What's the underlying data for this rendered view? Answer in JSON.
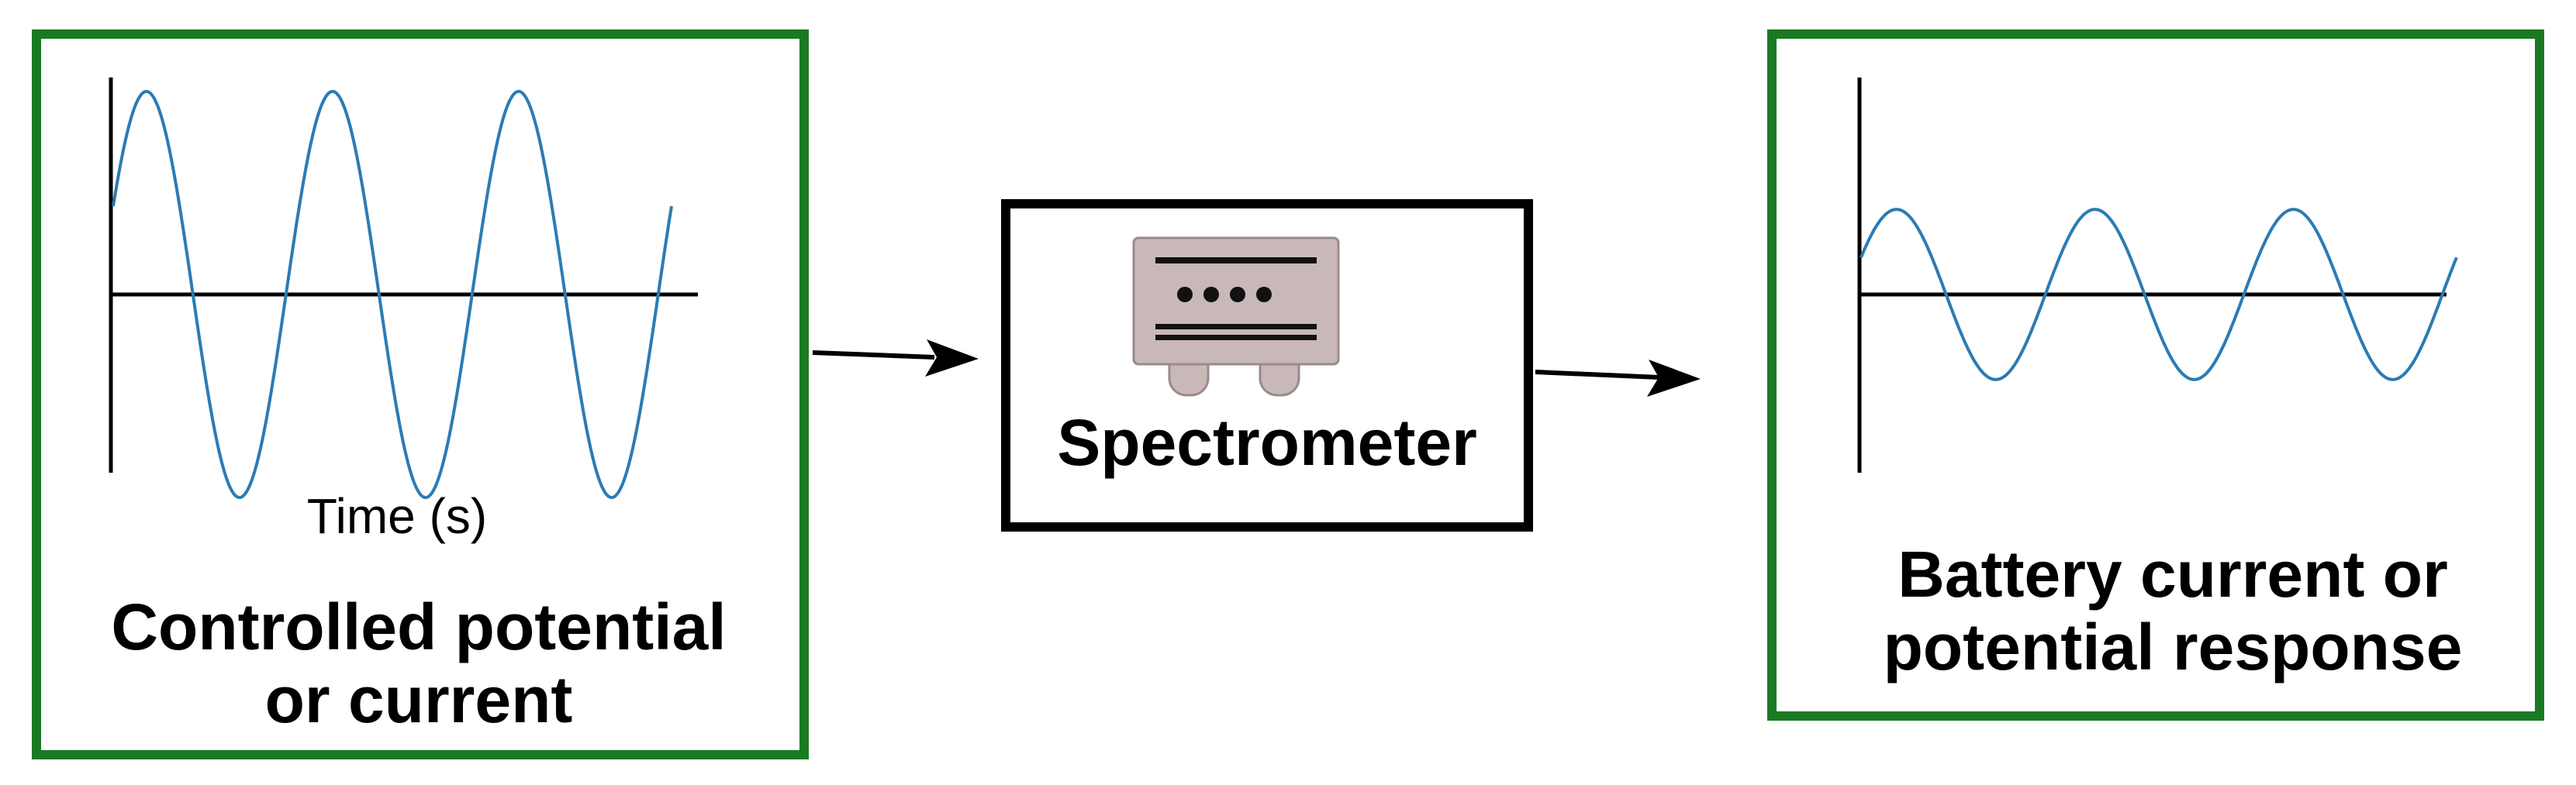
{
  "input_panel": {
    "axis_label": "Time (s)",
    "caption_line1": "Controlled potential",
    "caption_line2": "or current",
    "wave_amplitude": 1.0,
    "wave_cycles": 3
  },
  "spectrometer": {
    "label": "Spectrometer",
    "icon": "spectrometer-icon"
  },
  "output_panel": {
    "caption_line1": "Battery current or",
    "caption_line2": "potential response",
    "wave_amplitude": 0.45,
    "wave_cycles": 3
  },
  "colors": {
    "panel_border": "#1a7a22",
    "box_border": "#000000",
    "wave": "#2b7bb4",
    "axis": "#000000",
    "arrow": "#000000",
    "device_fill": "#c9b8b8",
    "device_stroke": "#9a8a8a"
  }
}
